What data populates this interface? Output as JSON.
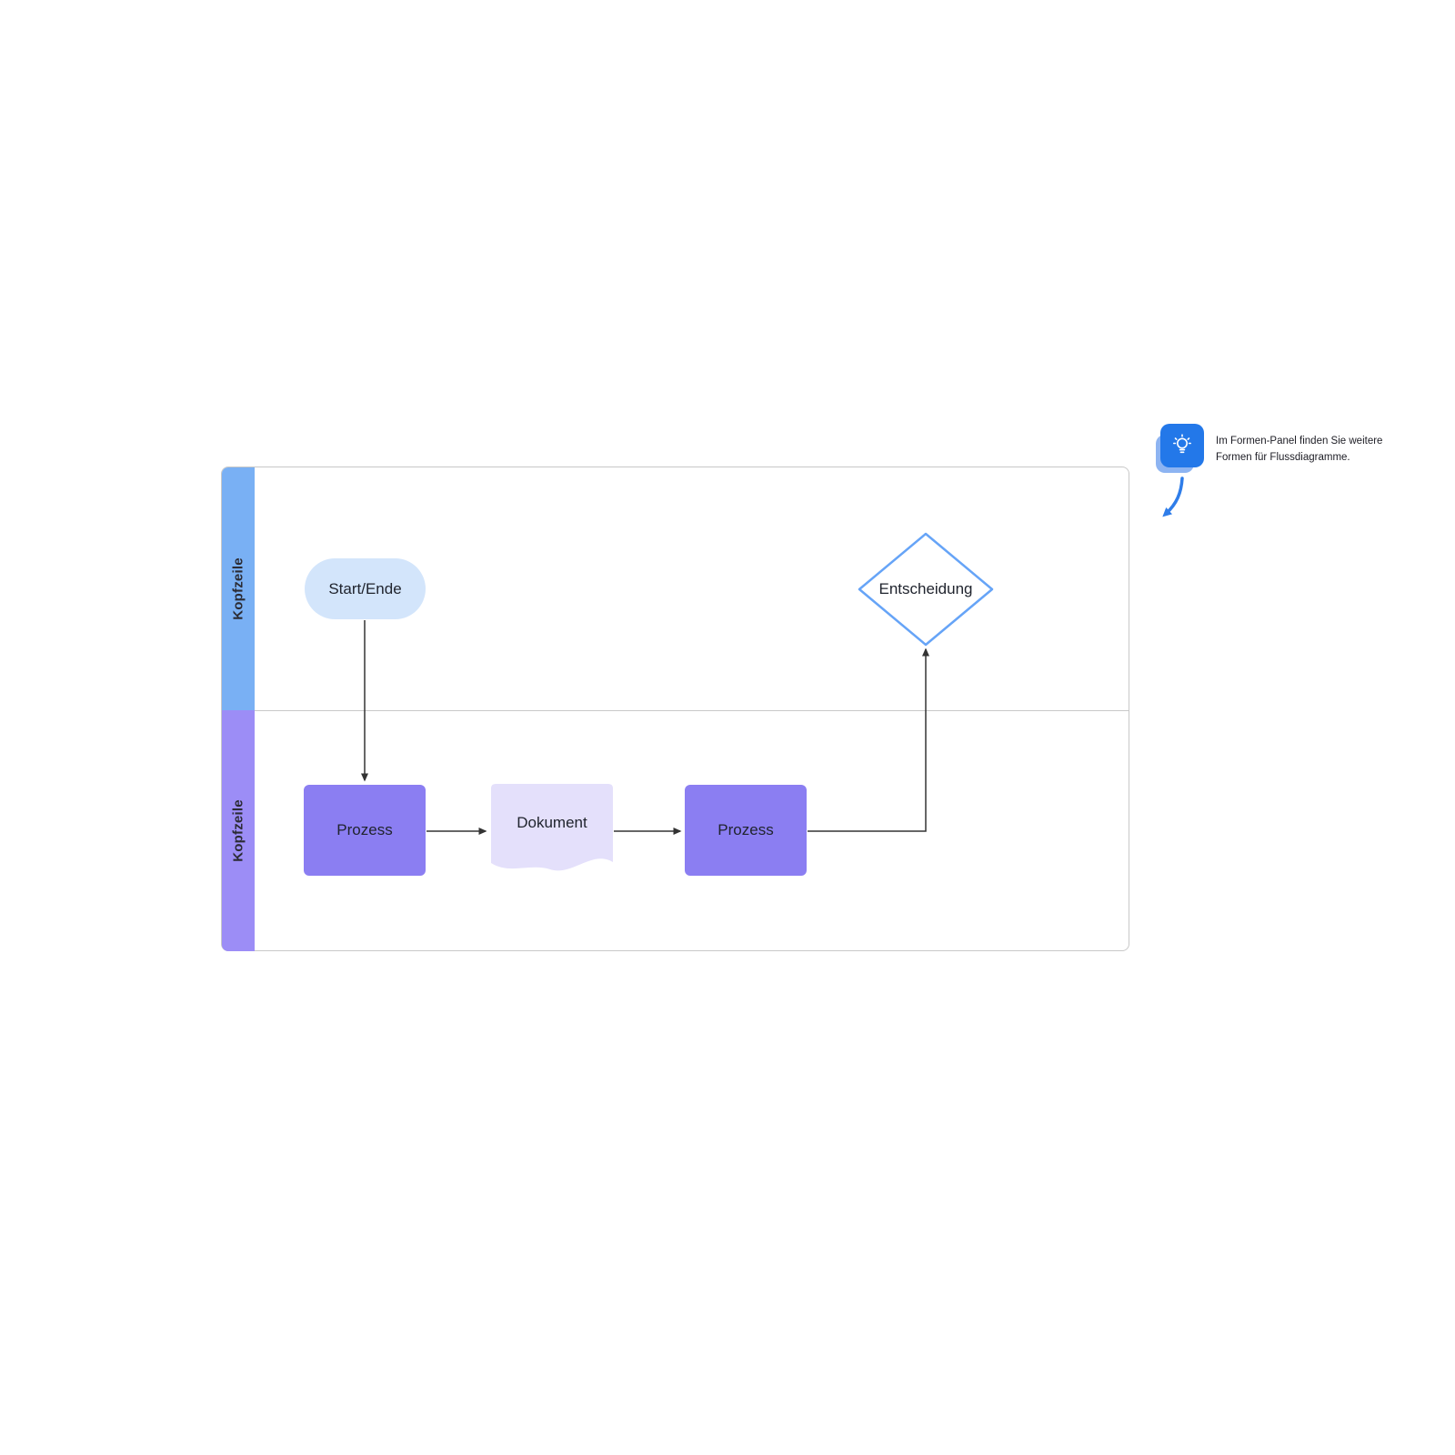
{
  "diagram": {
    "lanes": [
      {
        "label": "Kopfzeile",
        "header_color": "#79b0f4"
      },
      {
        "label": "Kopfzeile",
        "header_color": "#9c8df6"
      }
    ],
    "shapes": {
      "start_end": {
        "label": "Start/Ende",
        "fill": "#d3e5fb"
      },
      "process_1": {
        "label": "Prozess",
        "fill": "#8b7ef2"
      },
      "document": {
        "label": "Dokument",
        "fill": "#e4e0fb"
      },
      "process_2": {
        "label": "Prozess",
        "fill": "#8b7ef2"
      },
      "decision": {
        "label": "Entscheidung",
        "fill": "#ffffff",
        "stroke": "#66a4f7"
      }
    },
    "connector_color": "#333333"
  },
  "tip": {
    "line1": "Im Formen-Panel finden Sie weitere",
    "line2": "Formen für Flussdiagramme.",
    "icon": "lightbulb-icon",
    "icon_bg": "#2378e9",
    "arrow_color": "#2f7de9"
  }
}
